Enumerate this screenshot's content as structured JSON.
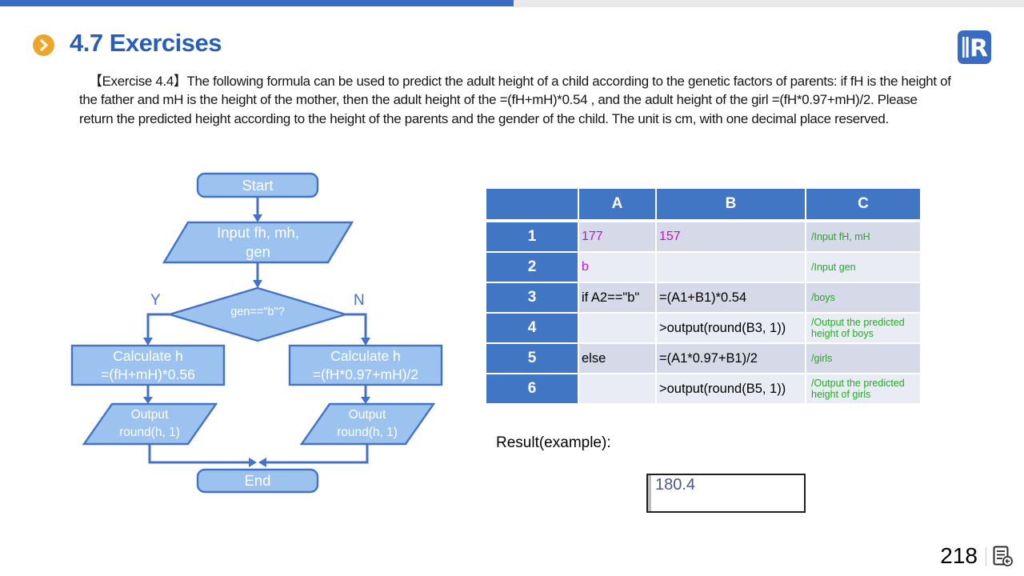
{
  "header": {
    "title": "4.7 Exercises"
  },
  "exercise_text": "【Exercise 4.4】The following formula can be used to predict the adult height of a child according to the genetic factors of parents: if fH is the height of the father and mH is the height of the mother, then the adult height of the =(fH+mH)*0.54 , and the adult height of the girl =(fH*0.97+mH)/2. Please return the predicted height according to the height of the parents and the gender of the child. The unit is cm, with one decimal place reserved.",
  "flowchart": {
    "start_label": "Start",
    "input_label": "Input fh, mh,\ngen",
    "decision_label": "gen==\"b\"?",
    "yes_label": "Y",
    "no_label": "N",
    "calc_boys_label": "Calculate h\n=(fH+mH)*0.56",
    "calc_girls_label": "Calculate h\n=(fH*0.97+mH)/2",
    "output_boys_label": "Output\nround(h, 1)",
    "output_girls_label": "Output\nround(h, 1)",
    "end_label": "End"
  },
  "spreadsheet": {
    "headers": [
      "",
      "A",
      "B",
      "C"
    ],
    "rows": [
      {
        "num": "1",
        "a": "177",
        "b": "157",
        "c": "/Input fH, mH"
      },
      {
        "num": "2",
        "a": "b",
        "b": "",
        "c": "/Input gen"
      },
      {
        "num": "3",
        "a": "if A2==\"b\"",
        "b": "=(A1+B1)*0.54",
        "c": "/boys"
      },
      {
        "num": "4",
        "a": "",
        "b": ">output(round(B3, 1))",
        "c": "/Output the predicted height of boys"
      },
      {
        "num": "5",
        "a": "else",
        "b": "=(A1*0.97+B1)/2",
        "c": "/girls"
      },
      {
        "num": "6",
        "a": "",
        "b": ">output(round(B5, 1))",
        "c": "/Output the predicted height of girls"
      }
    ]
  },
  "result": {
    "label": "Result(example):",
    "value": "180.4"
  },
  "footer": {
    "page_number": "218"
  },
  "colors": {
    "accent_blue": "#3a6dc2",
    "accent_grey": "#e9e9e9",
    "title_blue": "#2a5db5",
    "bullet_orange": "#eda62c",
    "flow_fill": "#9cc3f0",
    "flow_border": "#4472c4",
    "table_header_blue": "#4176c4",
    "row_dark": "#d6d9e8",
    "row_light": "#eaecf5",
    "value_magenta": "#c513c5",
    "comment_green": "#27a827",
    "result_value_blue": "#4a598b"
  }
}
